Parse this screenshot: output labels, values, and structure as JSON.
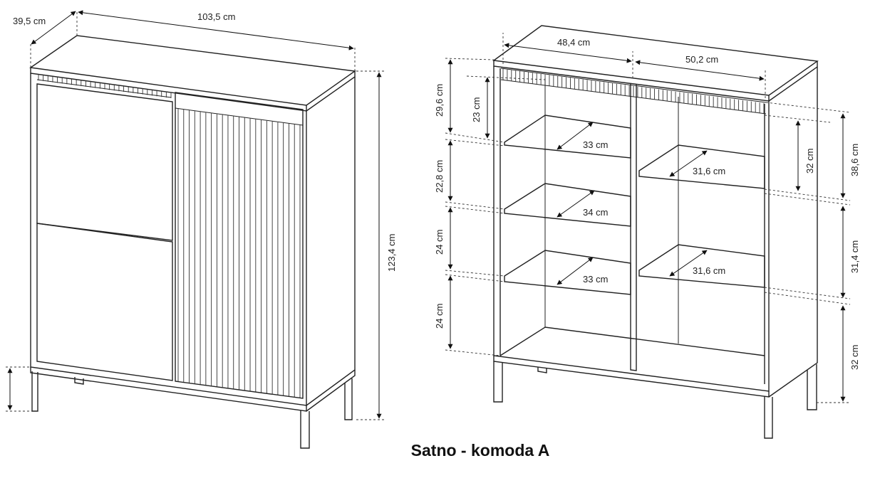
{
  "title": "Satno - komoda A",
  "left_view": {
    "depth": "39,5 cm",
    "width": "103,5 cm",
    "height": "123,4 cm"
  },
  "right_view": {
    "left_width": "48,4 cm",
    "right_width": "50,2 cm",
    "left_heights": [
      "29,6 cm",
      "23 cm",
      "22,8 cm",
      "24 cm",
      "24 cm"
    ],
    "right_heights": [
      "38,6 cm",
      "32 cm",
      "31,4 cm",
      "32 cm"
    ],
    "shelf_depths_left": [
      "33 cm",
      "34 cm",
      "33 cm"
    ],
    "shelf_depths_right": [
      "31,6 cm",
      "31,6 cm"
    ]
  }
}
